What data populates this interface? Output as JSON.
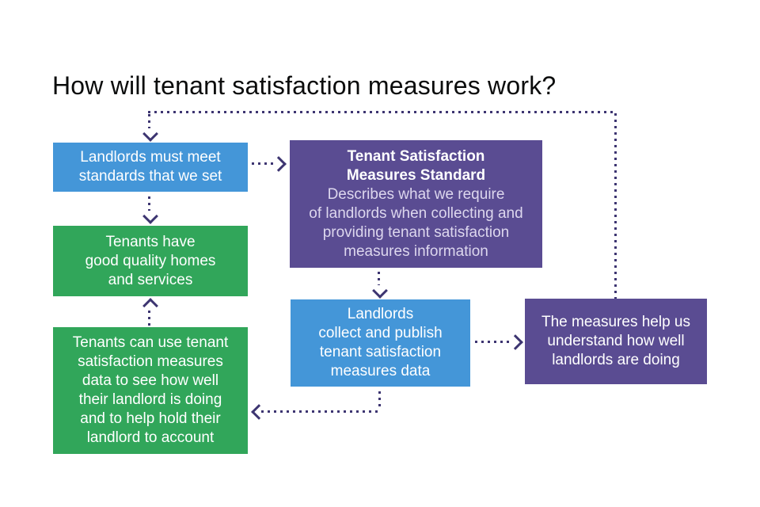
{
  "title": "How will tenant satisfaction measures work?",
  "colors": {
    "blue": "#4496d8",
    "green": "#31a65a",
    "purple": "#5a4c92",
    "arrow": "#3d3571",
    "title": "#0b0c0c",
    "box_text": "#ffffff",
    "purple_body": "#ddd7ee",
    "background": "#ffffff"
  },
  "boxes": {
    "standards": {
      "text": "Landlords must meet\nstandards that we set",
      "color": "blue"
    },
    "tsm_standard": {
      "heading": "Tenant Satisfaction\nMeasures Standard",
      "body": "Describes what we require\nof landlords when collecting and\nproviding tenant satisfaction\nmeasures information",
      "color": "purple"
    },
    "good_homes": {
      "text": "Tenants have\ngood quality homes\nand services",
      "color": "green"
    },
    "collect_publish": {
      "text": "Landlords\ncollect and publish\ntenant satisfaction\nmeasures data",
      "color": "blue"
    },
    "measures_help": {
      "text": "The measures help us\nunderstand how well\nlandlords are doing",
      "color": "purple"
    },
    "tenants_use": {
      "text": "Tenants can use tenant\nsatisfaction measures\ndata to see how well\ntheir landlord is doing\nand to help hold their\nlandlord to account",
      "color": "green"
    }
  },
  "arrows": [
    {
      "from": "measures_help",
      "to": "standards",
      "style": "dotted"
    },
    {
      "from": "standards",
      "to": "tsm_standard",
      "style": "dotted"
    },
    {
      "from": "standards",
      "to": "good_homes",
      "style": "dotted"
    },
    {
      "from": "tenants_use",
      "to": "good_homes",
      "style": "dotted"
    },
    {
      "from": "tsm_standard",
      "to": "collect_publish",
      "style": "dotted"
    },
    {
      "from": "collect_publish",
      "to": "measures_help",
      "style": "dotted"
    },
    {
      "from": "collect_publish",
      "to": "tenants_use",
      "style": "dotted"
    }
  ]
}
